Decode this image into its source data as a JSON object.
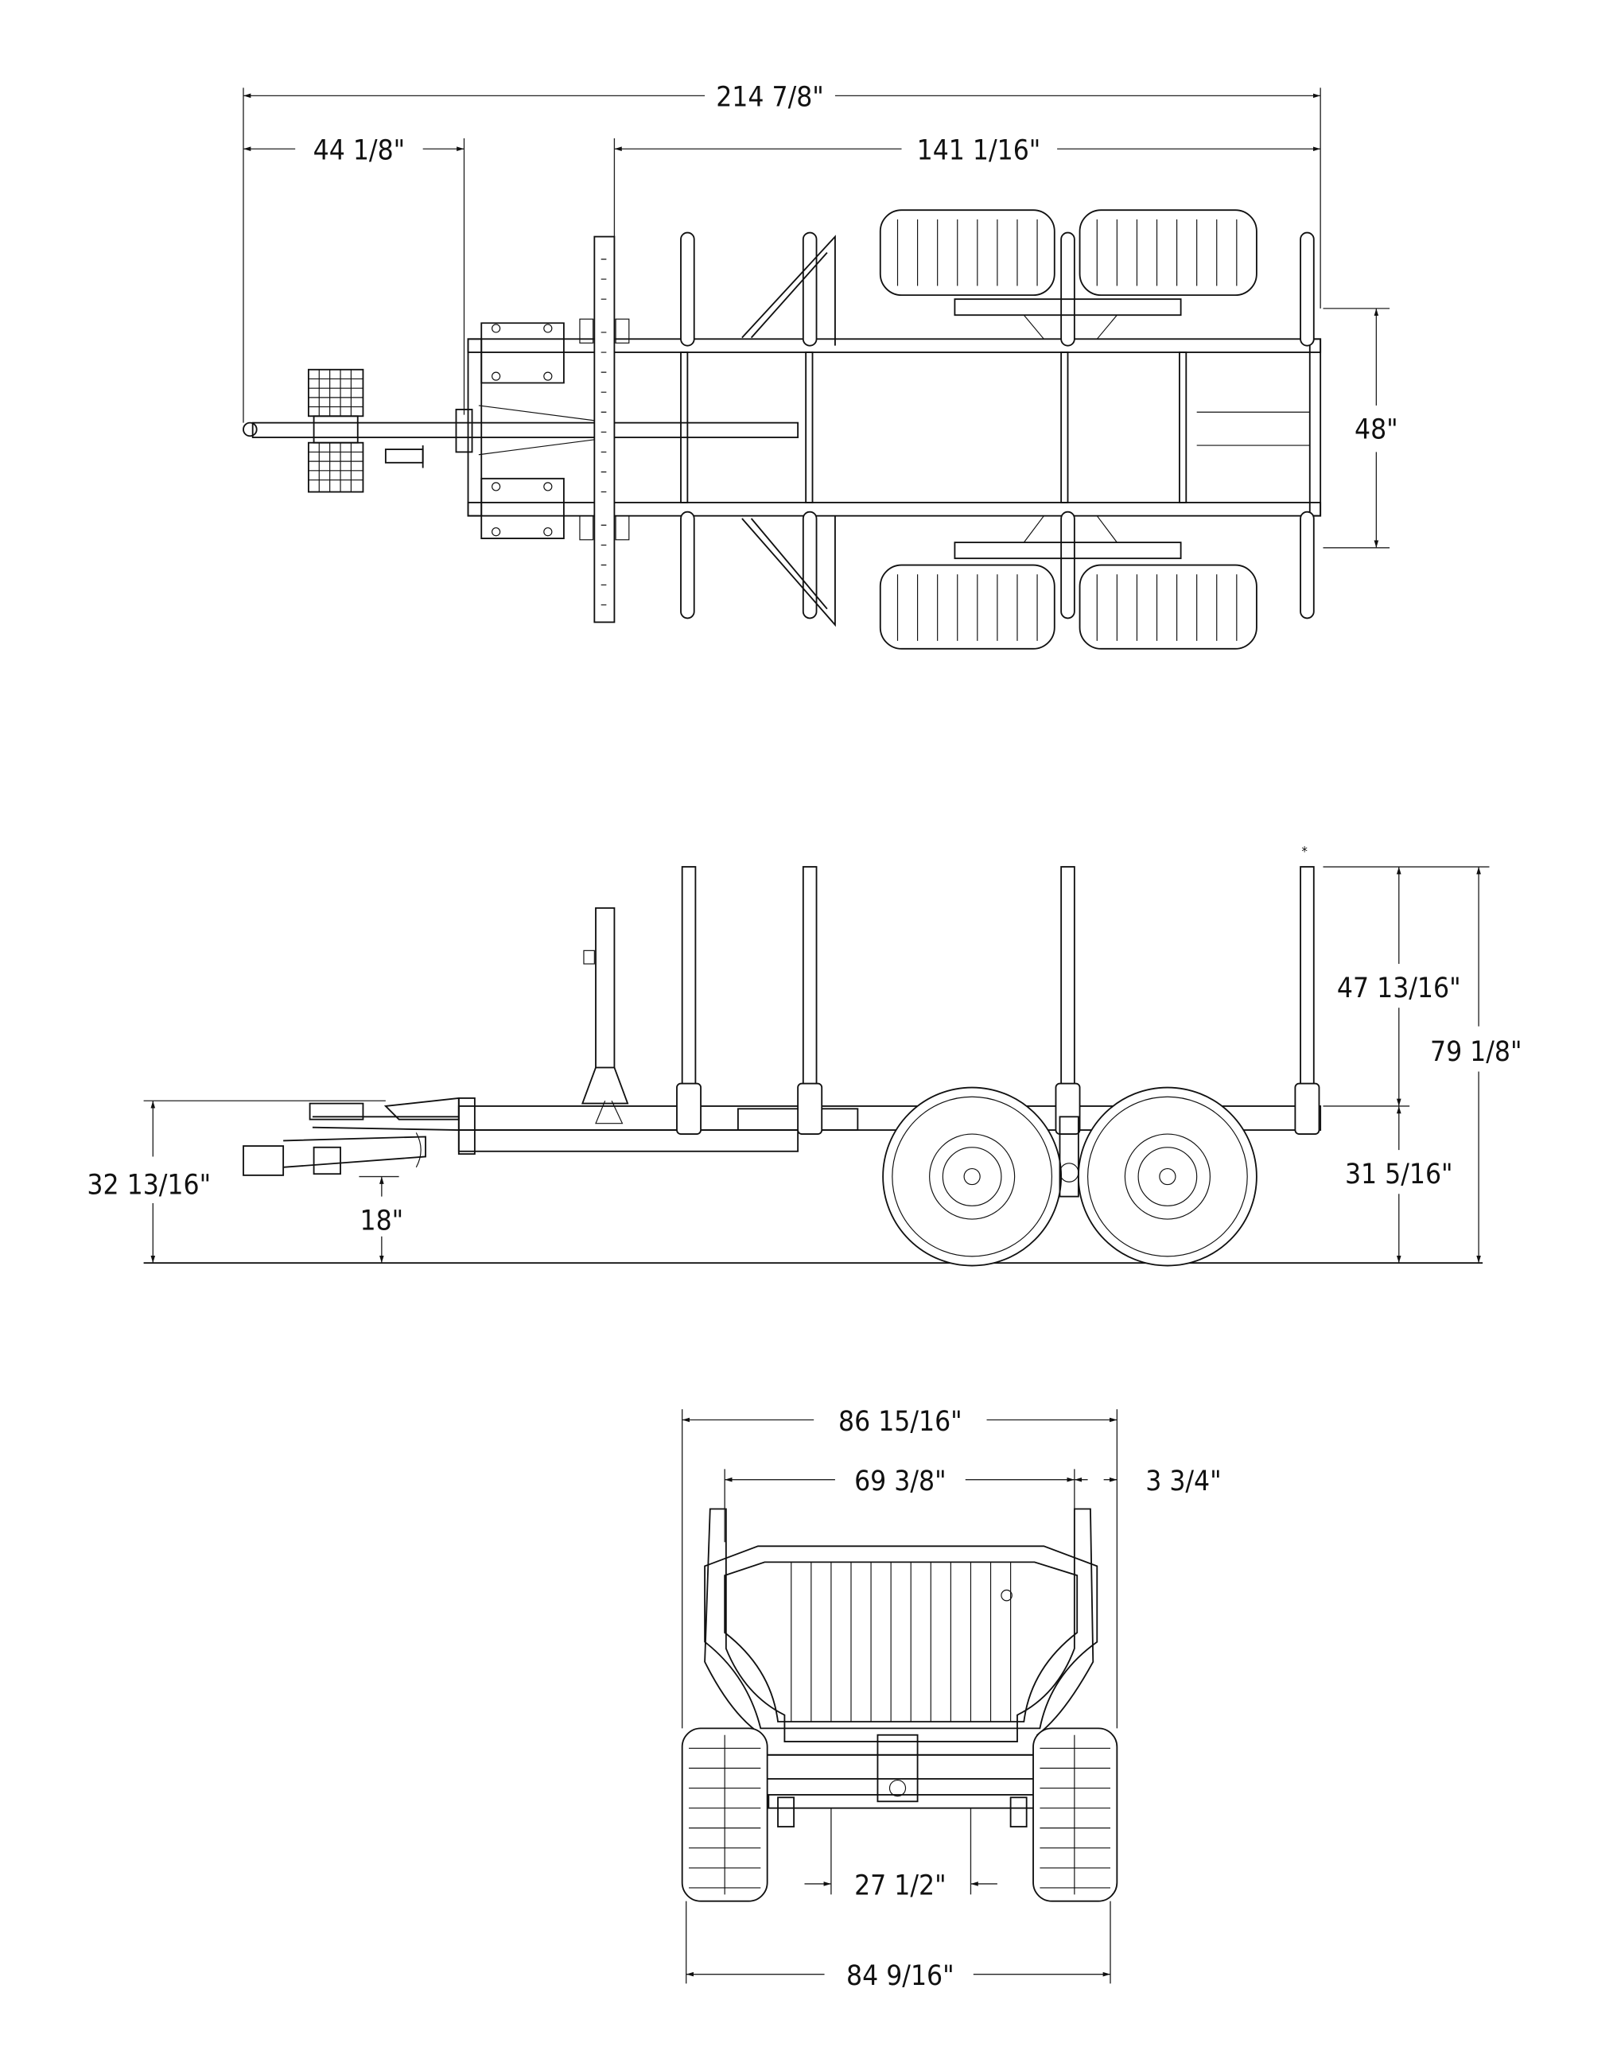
{
  "drawing": {
    "top_view": {
      "overall_length": "214 7/8\"",
      "tongue_length": "44 1/8\"",
      "bed_length": "141 1/16\"",
      "frame_width": "48\""
    },
    "side_view": {
      "tongue_height": "32 13/16\"",
      "hitch_height": "18\"",
      "stake_height": "47 13/16\"",
      "overall_height": "79 1/8\"",
      "bed_height": "31 5/16\""
    },
    "rear_view": {
      "overall_width": "86 15/16\"",
      "bunk_inner_width": "69 3/8\"",
      "stake_offset": "3 3/4\"",
      "axle_spacing": "27 1/2\"",
      "wheel_track": "84 9/16\""
    },
    "colors": {
      "line": "#111111",
      "background": "#ffffff"
    }
  }
}
